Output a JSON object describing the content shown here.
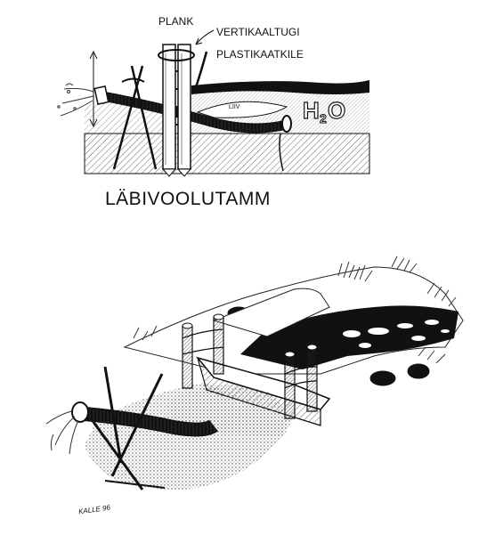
{
  "top_diagram": {
    "labels": {
      "plank": "PLANK",
      "vertical_support": "VERTIKAALTUGI",
      "plastic_wedge": "PLASTIKAATKILE",
      "sand": "LIIV",
      "water": "H2O"
    },
    "title": "LÄBIVOOLUTAMM"
  },
  "signature": "KALLE 96"
}
